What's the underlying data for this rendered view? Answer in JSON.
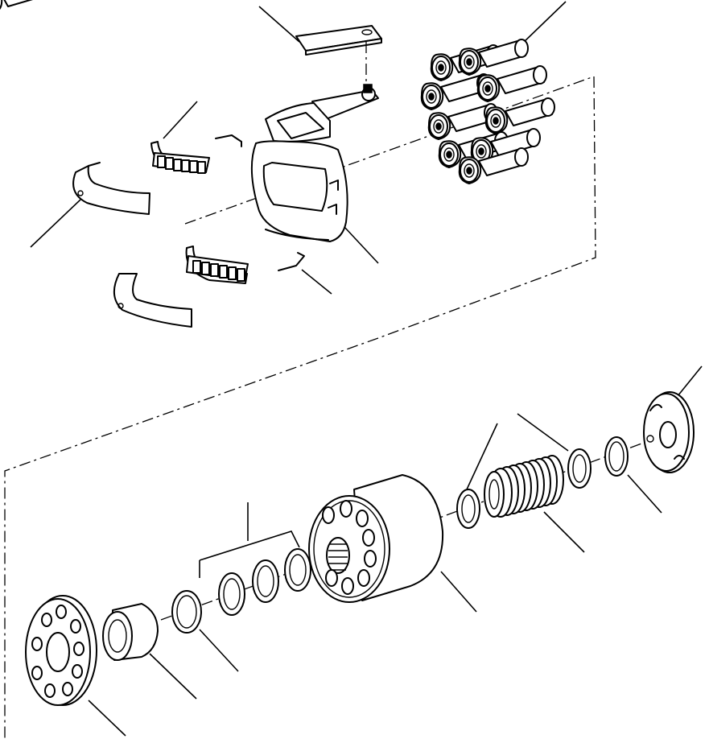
{
  "diagram": {
    "kind": "exploded-parts-view",
    "callout_labels": [],
    "parts": [
      "plate",
      "piston-assemblies",
      "cradle-bearing-upper",
      "bearing-shell-left-upper",
      "pin-upper",
      "swash-plate",
      "bearing-shell-left-lower",
      "cradle-bearing-lower",
      "pin-lower",
      "valve-plate",
      "snap-ring-right",
      "ring-right",
      "spring",
      "washer",
      "cylinder-block",
      "shim-set",
      "spacer-ring",
      "bushing",
      "retainer-plate"
    ]
  },
  "colors": {
    "line": "#000000",
    "background": "#ffffff"
  }
}
